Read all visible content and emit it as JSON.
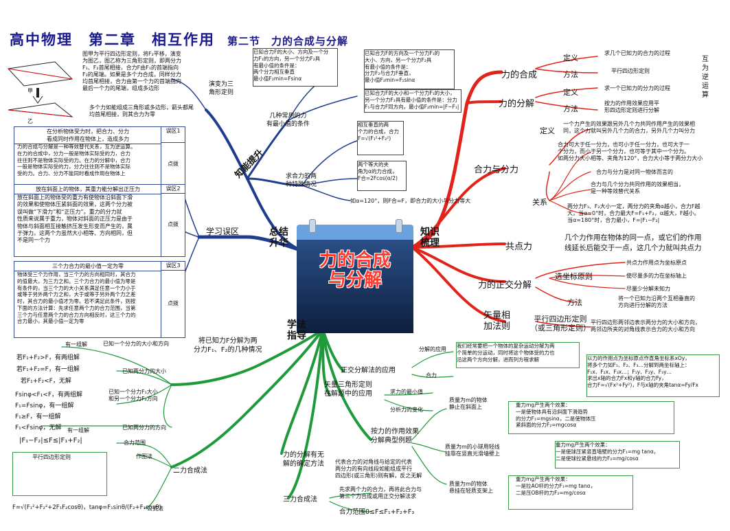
{
  "title": {
    "main": "高中物理　第二章　相互作用",
    "section": "第二节　力的合成与分解"
  },
  "center": {
    "line1": "力的合成",
    "line2": "与分解"
  },
  "quadrants": {
    "knowledge": "知识\n梳理",
    "summary": "总结\n升华",
    "ability": "知能提升",
    "method": "学法\n指导"
  },
  "knowledge": {
    "synthesis": "力的合成",
    "decomposition": "力的分解",
    "def1": "定义",
    "def1_text": "求几个已知力的合力的过程",
    "method1": "方法",
    "method1_text": "平行四边形定则",
    "def2": "定义",
    "def2_text": "求一个已知力的分力的过程",
    "method2": "方法",
    "method2_text": "按力的作用效果应用平\n形四边形定则进行分解",
    "inverse": "互\n为\n逆\n运\n算",
    "resultant": "合力与分力",
    "def3": "定义",
    "def3_text": "一个力产生的效果跟另外几个力共同作用产生的效果相\n同，这个力就叫另外几个力的合力，另外几个力叫分力",
    "rel_text1": "合力可大于任一分力，也可小于任一分力，也可大于一\n个分力，而小于另一个分力，也可等于其中一个分力。\n如两分力大小相等、夹角为120°，合力大小等于两分力大小",
    "relation": "关系",
    "rel_text2": "合力与分力是对同一物体而言的",
    "rel_text3": "合力与几个分力共同作用的效果相当，\n是一种等效替代关系",
    "rel_text4": "两分力F₁、F₂大小一定，两分力的夹角α越小，合力F越\n大，当α=0°时，合力最大F=F₁+F₂，α越大，F越小。\n当α=180°时，合力最小，F=|F₁−F₂|",
    "concurrent": "共点力",
    "concurrent_text": "几个力作用在物体的同一点，或它们的作用\n线延长后能交于一点，这几个力就叫共点力",
    "ortho": "力的正交分解",
    "axis_principle": "选坐标原则",
    "axis1": "共点力作用点为坐标原点",
    "axis2": "使尽量多的力在坐标轴上",
    "axis3": "尽量少分解未知力",
    "method3": "方法",
    "method3_text": "将一个已知力沿两个互相垂直的\n方向进行分解的方法",
    "vector_rule": "矢量相\n加法则",
    "vector_sub": "平行四边形定则\n（或三角形定则）",
    "vector_text": "平行四边形两邻边表示两分力的大小和方向，\n两邻边所夹的对角线表示合力的大小和方向"
  },
  "summary": {
    "triangle_rule": "演变为三\n角形定则",
    "triangle_text": "图甲为平行四边形定则，将F₂平移，演变\n为图乙，图乙称为三角形定则，即两分力\nF₁、F₂首尾相接，合力F由F₁的首端指向\nF₂的尾端。如果是多个力合成，同样分力\n均首尾相接，合力由第一个力的首端指向\n最后一个力的尾端，组成多边形",
    "triangle_note": "多个力如能组成三角形或多边形，箭头都尾\n均首尾相接，则其合力为零",
    "jia": "甲",
    "yi": "乙",
    "err1_title": "在分析物体受力时，把合力、分力\n看成同时作用在物体上，造成多力",
    "err1_tag": "误区1",
    "err1_text": "力的合成与分解是一种等效替代关系，互为逆运算。\n在力的合成中，分力一般是物体实际受的力，合力\n往往则不是物体实际受的力。在力的分解中，合力\n一般是物体实际受的力，分力往往则不是物体实际\n受的力。合力、分力不能同时看成作用在物体上",
    "err2_title": "放在斜面上的物体，其重力能分解出正压力",
    "err2_tag": "误区2",
    "err2_text": "放在斜面上的物体受的重力有使物体沿斜面下滑\n的效果和使物体压紧斜面的效果，这两个分力被\n误叫做“下滑力”和“正压力”。重力的分力就\n性质来说属于重力，物体对斜面的正压力是由于\n物体与斜面相互接触挤压发生形变而产生的，属\n于弹力。这两个力虽然大小相等、方向相同，但\n不是同一个力",
    "err3_title": "三个力合力的最小值一定为零",
    "err3_tag": "误区3",
    "err3_text": "物体受三个力作用，当三个力的方向相同时，其合力\n的值最大，为三力之和。三个力合力的最小值为零是\n有条件的，当三个力的大小关系满足任意一个力小于\n或等于另外两个力之和，大于或等于另外两个力之差\n时，其合力的最小值才为零。若不满足此条件，则按\n下面的方法计算：先求任意两个力的合力范围，当第\n三个力与任意两个力的合力方向相反时，这三个力的\n合力最小，其最小值一定为零",
    "tip": "点拨",
    "mistakes": "学习误区"
  },
  "ability": {
    "min_cond": "几种常用的力\n有最小值的条件",
    "min1": "已知合力F的大小、方向及一个分\n力F₁的方向，另一个分力F₂具\n有最小值的条件是：\n两个分力相互垂直\n最小值F₂min=Fsinα",
    "min2": "已知合力F的方向及一个分力F₁的\n大小、方向，另一个分力F₂具\n有最小值的条件是：\n分力F₂与合力F垂直，\n最小值F₂min=F₁sinα",
    "min3": "已知合力F的大小和一个分力F₁的大小，\n另一个分力F₂具有最小值的条件是：分力\nF₁与合力F同方向，最小值F₂min=|F−F₁|",
    "special": "求合力的两\n种特殊情况",
    "special1": "相互垂直的两\n个力的合成，合力\nF=√(F₁²+F₂²)",
    "special2": "两个等大的夹\n角为α的力合成，\nF合=2Fcos(α/2)",
    "special3": "如α=120°，则F合=F，即合力的大小与分力等大"
  },
  "method": {
    "known": "将已知力F分解为两\n分力F₁、F₂的几种情况",
    "case1": "已知一个分力的大小和方向",
    "case1_res": "有一组解",
    "case2": "已知两分力的大小",
    "case2_a": "若F₁+F₂>F，有两组解",
    "case2_b": "若F₁+F₂=F，有一组解",
    "case2_c": "若F₁+F₂<F，无解",
    "case3": "已知一个分力F₁大小\n和另一个分力F₂方向",
    "case3_a": "Fsinφ<F₁<F，有两组解",
    "case3_b": "F₁=Fsinφ，有一组解",
    "case3_c": "F₁≥F，有一组解",
    "case3_d": "F₁<Fsinφ，无解",
    "case4": "已知两分力的方向",
    "case4_res": "有一组解",
    "two_force": "二力合成法",
    "range": "合力范围",
    "range_text": "|F₁−F₂|≤F≤|F₁+F₂|",
    "drawing": "作图法",
    "parallel": "平行四边形定则",
    "formula": "公式法",
    "formula_text": "F=√(F₁²+F₂²+2F₁F₂cosθ)，tanφ=F₁sinθ/(F₂+F₁cosθ)",
    "ortho_app": "正交分解法的应用",
    "decomp_app": "分解的应用",
    "decomp_text": "我们经常要把一个物体的复杂运动分解为两\n个简单的分运动，同时将这个物体受的力也\n沿这两个方向分解，进而列方程求解",
    "resultant_f": "合力",
    "ortho_text": "以力的作用点为坐标原点作直角坐标系xOy，\n将多个力如F₁、F₂、F₃…分解到两坐标轴上：\nF₁x、F₂x、F₃x…；F₁y、F₂y、F₃y…\n求出x轴的合力Fx和y轴的合力Fy，\n合力F=√(Fx²+Fy²)，F与x轴的夹角tanα=Fy/Fx",
    "vector_tri": "矢量三角形定则\n在解题中的应用",
    "min_force": "求力的最小值",
    "change": "分析力的变化",
    "effect": "按力的作用效果\n分解典型例题",
    "ex1": "质量为m的物体\n静止在斜面上",
    "ex1_text": "重力mg产生两个效果：\n一是使物体具有沿斜面下滑趋势\n的分力F₁=mgsinα，二是使物体压\n紧斜面的分力F₂=mgcosα",
    "ex2": "质量为m的小球用轻线\n挂靠在竖直光滑墙壁上",
    "ex2_text": "重力mg产生两个效果：\n一是使球压紧竖直墙壁的分力F₁=mg tanα，\n二是使球拉紧悬线的力F₂=mg/cosα",
    "ex3": "质量为m的物体\n悬挂在轻质支架上",
    "ex3_text": "重力mg产生两个效果：\n一是拉AO杆的分力F₁=mg tanα，\n二是压OB杆的力F₂=mg/cosα",
    "unique": "力的分解有无\n解的确定方法",
    "unique_text": "代表合力的对角线与给定的代表\n两分力的有向线段如能组成平行\n四边形(或三角形)则有解，反之无解",
    "three_force": "三力合成法",
    "three1": "先求两个力的合力，再将此合力与\n第三个力合成或用正交分解法求",
    "three2": "合力范围0≤F≤F₁+F₂+F₃"
  }
}
